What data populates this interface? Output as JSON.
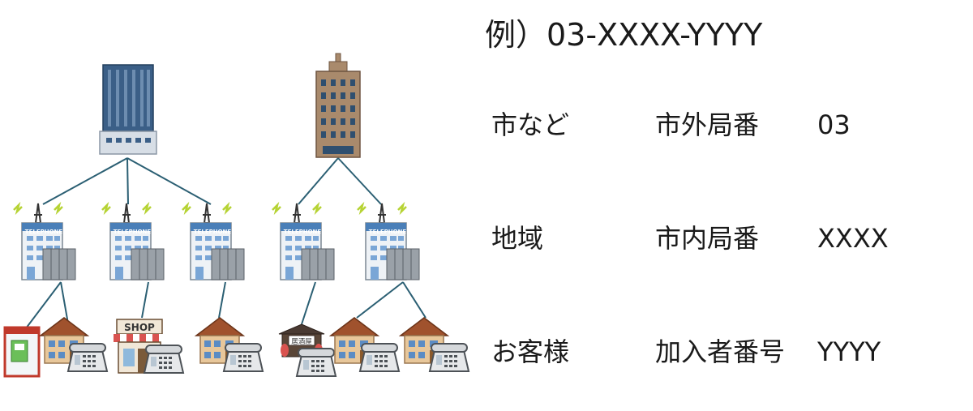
{
  "example": "例）03-XXXX-YYYY",
  "rows": [
    {
      "level": "市など",
      "term": "市外局番",
      "value": "03"
    },
    {
      "level": "地域",
      "term": "市内局番",
      "value": "XXXX"
    },
    {
      "level": "お客様",
      "term": "加入者番号",
      "value": "YYYY"
    }
  ],
  "labels": {
    "telephone": "TELEPHONE",
    "shop": "SHOP",
    "izakaya": "居酒屋"
  },
  "colors": {
    "line": "#2b5f73",
    "blue_tower": "#3a5f86",
    "brown_tower": "#a98a6c",
    "roof": "#a0522d",
    "shop_awning": "#d9534f"
  }
}
